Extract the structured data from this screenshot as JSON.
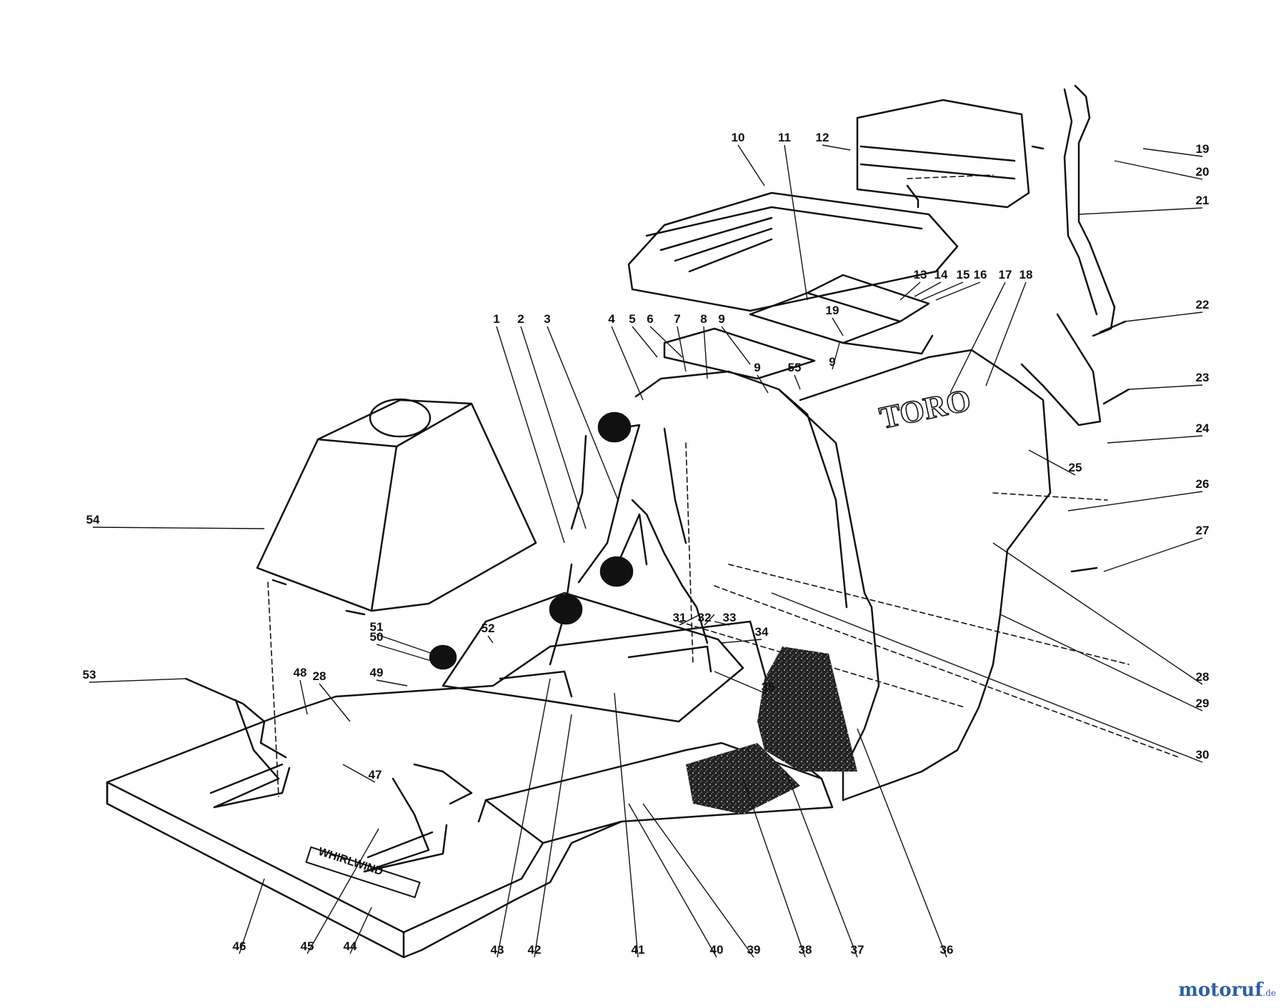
{
  "diagram": {
    "callouts": [
      "1",
      "2",
      "3",
      "4",
      "5",
      "6",
      "7",
      "8",
      "9",
      "9",
      "9",
      "10",
      "11",
      "12",
      "13",
      "14",
      "15",
      "16",
      "17",
      "18",
      "19",
      "19",
      "20",
      "21",
      "22",
      "23",
      "24",
      "25",
      "26",
      "27",
      "28",
      "28",
      "29",
      "30",
      "31",
      "32",
      "33",
      "34",
      "35",
      "36",
      "37",
      "38",
      "39",
      "40",
      "41",
      "42",
      "43",
      "44",
      "45",
      "46",
      "47",
      "48",
      "49",
      "50",
      "51",
      "52",
      "53",
      "54",
      "55"
    ],
    "brand_text": "TORO",
    "model_text": "WHIRLWIND"
  },
  "watermark": {
    "main": "motoruf",
    "suffix": ".de"
  },
  "colors": {
    "ink": "#111111",
    "paper": "#ffffff",
    "mat": "#3a3a3a"
  }
}
